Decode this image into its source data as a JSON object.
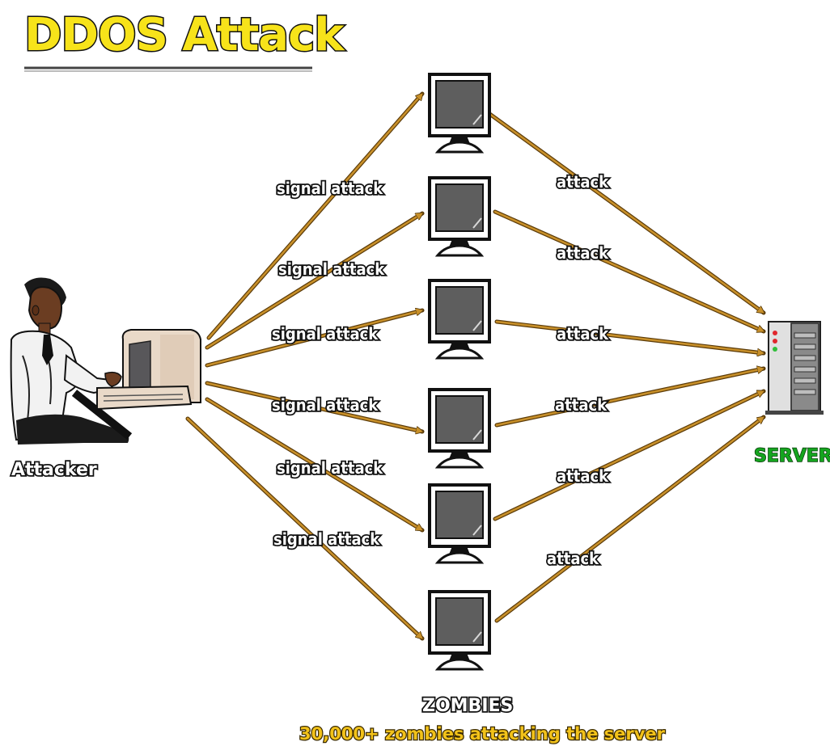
{
  "title": "DDOS Attack",
  "nodes": {
    "attacker": "Attacker",
    "server": "SERVER",
    "zombies": "ZOMBIES",
    "caption": "30,000+ zombies attacking the server"
  },
  "edge_labels": {
    "signal": [
      "signal attack",
      "signal attack",
      "signal attack",
      "signal attack",
      "signal attack",
      "signal attack"
    ],
    "attack": [
      "attack",
      "attack",
      "attack",
      "attack",
      "attack",
      "attack"
    ]
  },
  "colors": {
    "arrow": "#c8902a",
    "arrow_dark": "#5a3a08",
    "title_fill": "#f7e31a",
    "server_label": "#15a51f",
    "caption": "#f2c21a"
  }
}
